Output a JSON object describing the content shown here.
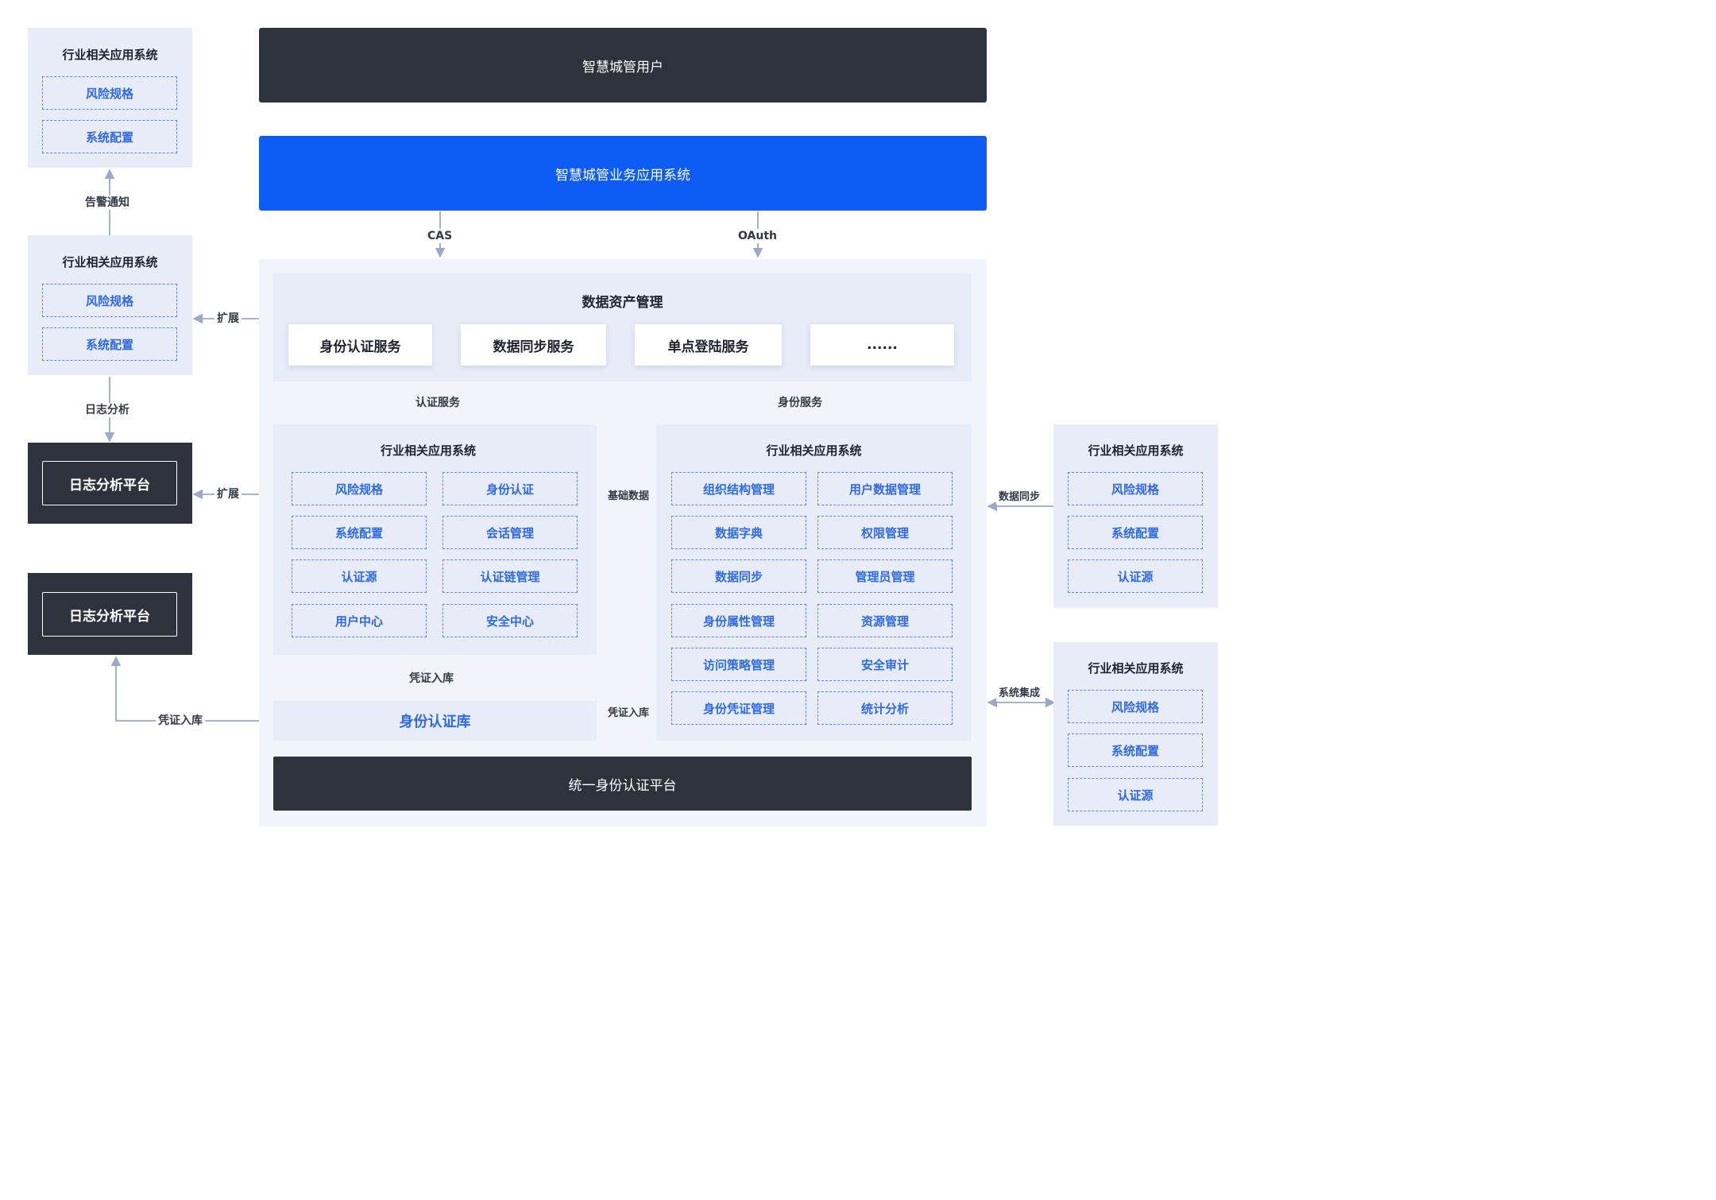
{
  "colors": {
    "dark": "#2e323c",
    "blue": "#0d5cf5",
    "panel": "#e8ecf8",
    "dashed_text": "#2f6ae6",
    "arrow": "#9aa9c7"
  },
  "top": {
    "users": "智慧城管用户",
    "business_system": "智慧城管业务应用系统"
  },
  "protocols": {
    "cas": "CAS",
    "oauth": "OAuth"
  },
  "data_asset": {
    "title": "数据资产管理",
    "services": [
      "身份认证服务",
      "数据同步服务",
      "单点登陆服务",
      "......"
    ]
  },
  "mid_labels": {
    "auth_service": "认证服务",
    "identity_service": "身份服务"
  },
  "left_app": {
    "title": "行业相关应用系统",
    "items": [
      "风险规格",
      "身份认证",
      "系统配置",
      "会话管理",
      "认证源",
      "认证链管理",
      "用户中心",
      "安全中心"
    ]
  },
  "right_app": {
    "title": "行业相关应用系统",
    "items": [
      "组织结构管理",
      "用户数据管理",
      "数据字典",
      "权限管理",
      "数据同步",
      "管理员管理",
      "身份属性管理",
      "资源管理",
      "访问策略管理",
      "安全审计",
      "身份凭证管理",
      "统计分析"
    ]
  },
  "identity_store": "身份认证库",
  "platform": "统一身份认证平台",
  "side_left": {
    "box1": {
      "title": "行业相关应用系统",
      "items": [
        "风险规格",
        "系统配置"
      ]
    },
    "box2": {
      "title": "行业相关应用系统",
      "items": [
        "风险规格",
        "系统配置"
      ]
    },
    "log1": "日志分析平台",
    "log2": "日志分析平台"
  },
  "side_right": {
    "box1": {
      "title": "行业相关应用系统",
      "items": [
        "风险规格",
        "系统配置",
        "认证源"
      ]
    },
    "box2": {
      "title": "行业相关应用系统",
      "items": [
        "风险规格",
        "系统配置",
        "认证源"
      ]
    }
  },
  "edge_labels": {
    "alarm": "告警通知",
    "log_analysis": "日志分析",
    "extend1": "扩展",
    "extend2": "扩展",
    "basic_data": "基础数据",
    "credential_in1": "凭证入库",
    "credential_in2": "凭证入库",
    "credential_in3": "凭证入库",
    "data_sync": "数据同步",
    "sys_integration": "系统集成"
  }
}
